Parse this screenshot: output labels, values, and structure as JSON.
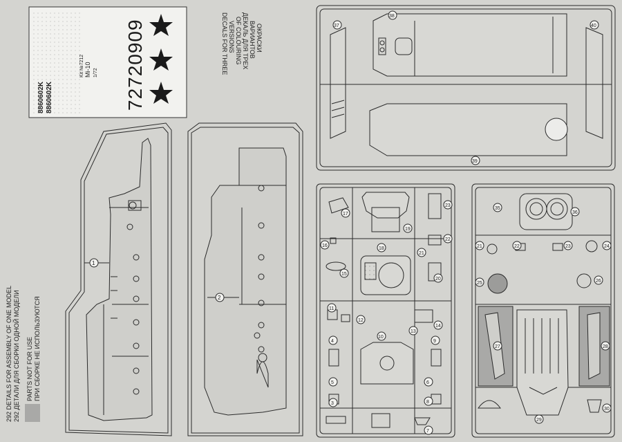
{
  "decal_sheet": {
    "serials": [
      "8860602K",
      "8860602K"
    ],
    "scale": "1/72",
    "model": "Mi-10",
    "kit_number": "Kit №7212",
    "tail_number": "72720909"
  },
  "decal_note": {
    "lines_en": [
      "DECALS FOR THREE",
      "VERSIONS",
      "OF COLOURING"
    ],
    "lines_ru": [
      "ДЕКАЛЬ ДЛЯ ТРЕХ",
      "ВАРИАНТОВ",
      "ОКРАСКИ"
    ]
  },
  "legend": {
    "line1": "292 DETAILS FOR ASSEMBLY OF ONE MODEL",
    "line2": "292 ДЕТАЛИ ДЛЯ СБОРКИ ОДНОЙ МОДЕЛИ",
    "line3": "PARTS NOT FOR USE",
    "line4": "ПРИ СБОРКЕ НЕ ИСПОЛЬЗУЮТСЯ"
  },
  "colors": {
    "paper": "#d4d4d0",
    "ink": "#2a2a2a",
    "unused_parts": "#a9a9a7",
    "decal_white": "#f2f2ef"
  },
  "part_numbers": {
    "fuselage_left": "1",
    "fuselage_right": "2",
    "p3": "3",
    "p4": "4",
    "p5": "5",
    "p6": "6",
    "p7": "7",
    "p8": "8",
    "p9": "9",
    "p10": "10",
    "p11": "11",
    "p12": "12",
    "p13": "13",
    "p14": "14",
    "p15": "15",
    "p16": "16",
    "p17": "17",
    "p18": "18",
    "p19": "19",
    "p20": "20",
    "p21": "21",
    "p22": "22",
    "p23": "23",
    "q21": "21",
    "q22": "22",
    "q23": "23",
    "q24": "24",
    "q25": "25",
    "q26": "26",
    "q27": "27",
    "q28": "28",
    "q29": "29",
    "q30": "30",
    "q35": "35",
    "q36": "36",
    "q37": "37",
    "q38": "38",
    "q39": "39",
    "q40": "40"
  }
}
